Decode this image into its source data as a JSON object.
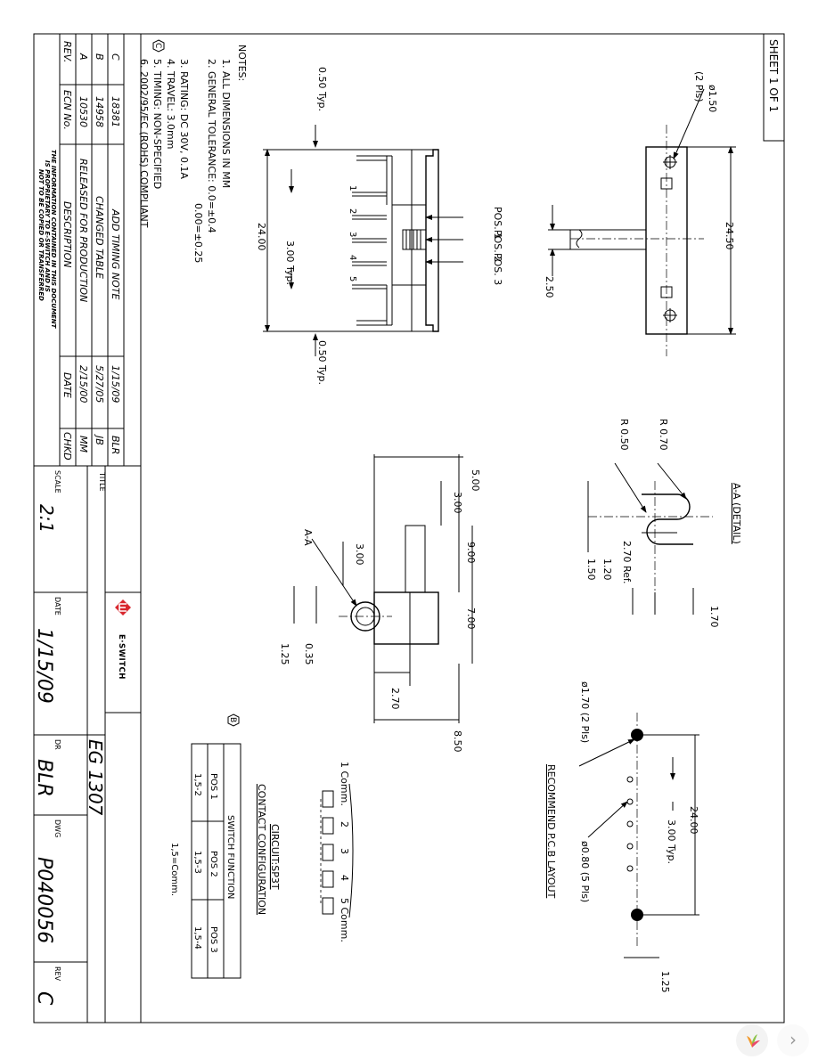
{
  "sheet": {
    "sheet_label": "SHEET 1 OF 1"
  },
  "notes": {
    "heading": "NOTES:",
    "items": [
      "1. ALL DIMENSIONS IN MM",
      "2. GENERAL TOLERANCE: 0.0=±0.4",
      "0.00=±0.25",
      "3. RATING: DC 30V, 0.1A",
      "4. TRAVEL: 3.0mm",
      "5. TIMING: NON-SPECIFIED",
      "6. 2002/95/EC (ROHS) COMPLIANT"
    ],
    "revision_marker": "C"
  },
  "revisions": {
    "headers": [
      "REV.",
      "ECN No.",
      "DESCRIPTION",
      "DATE",
      "CHKD"
    ],
    "rows": [
      [
        "C",
        "18381",
        "ADD TIMING NOTE",
        "1/15/09",
        "BLR"
      ],
      [
        "B",
        "14958",
        "CHANGED TABLE",
        "5/27/05",
        "JB"
      ],
      [
        "A",
        "10530",
        "RELEASED FOR PRODUCTION",
        "2/15/00",
        "MM"
      ]
    ],
    "disclaimer": [
      "THE INFORMATION CONTAINED IN THIS DOCUMENT",
      "IS PROPRIETARY TO E-SWITCH AND IS",
      "NOT TO BE COPIED OR TRANSFERRED"
    ]
  },
  "title_block": {
    "scale_label": "SCALE",
    "scale": "2:1",
    "title_label": "TITLE",
    "brand": "E·SWITCH",
    "date_label": "DATE",
    "date": "1/15/09",
    "part_number": "EG 1307",
    "dr_label": "DR",
    "drawn_by": "BLR",
    "dwg_label": "DWG",
    "drawing_number": "P040056",
    "rev_label": "REV",
    "revision": "C"
  },
  "front_view": {
    "dim_pitch_top": "0.50 Typ.",
    "dim_pitch_bottom": "0.50 Typ.",
    "dim_length": "24.00",
    "dim_pin_spacing": "3.00 Typ.",
    "pins": [
      "1",
      "2",
      "3",
      "4",
      "5"
    ],
    "positions": [
      "POS. 1",
      "POS. 2",
      "POS. 3"
    ]
  },
  "top_view": {
    "dim_hole": "ø1.50",
    "dim_hole_qty": "(2 Pls)",
    "dim_length": "24.50",
    "dim_width": "2.50"
  },
  "side_view": {
    "dims": [
      "5.00",
      "3.00",
      "9.00",
      "7.00",
      "3.00",
      "0.35",
      "1.25",
      "2.70",
      "8.50"
    ],
    "section_label": "A-A"
  },
  "detail": {
    "title": "A-A (DETAIL)",
    "r1": "R 0.70",
    "r2": "R 0.50",
    "d1": "2.70 Ref.",
    "d2": "1.20",
    "d3": "1.50",
    "d4": "1.70"
  },
  "pcb": {
    "title": "RECOMMEND P.C.B LAYOUT",
    "hole_large": "ø1.70 (2 Pls)",
    "hole_small": "ø0.80 (5 Pls)",
    "dim_length": "24.00",
    "dim_spacing": "3.00 Typ.",
    "dim_offset": "1.25"
  },
  "circuit": {
    "title": "CIRCUIT:SP3T",
    "subtitle": "CONTACT CONFIGURATION",
    "revision_marker": "B",
    "contacts": [
      "1 Comm.",
      "2",
      "3",
      "4",
      "5 Comm."
    ],
    "table_title": "SWITCH FUNCTION",
    "table_headers": [
      "POS 1",
      "POS 2",
      "POS 3"
    ],
    "table_values": [
      "1,5-2",
      "1,5-3",
      "1,5-4"
    ],
    "footnote": "1,5=Comm."
  }
}
